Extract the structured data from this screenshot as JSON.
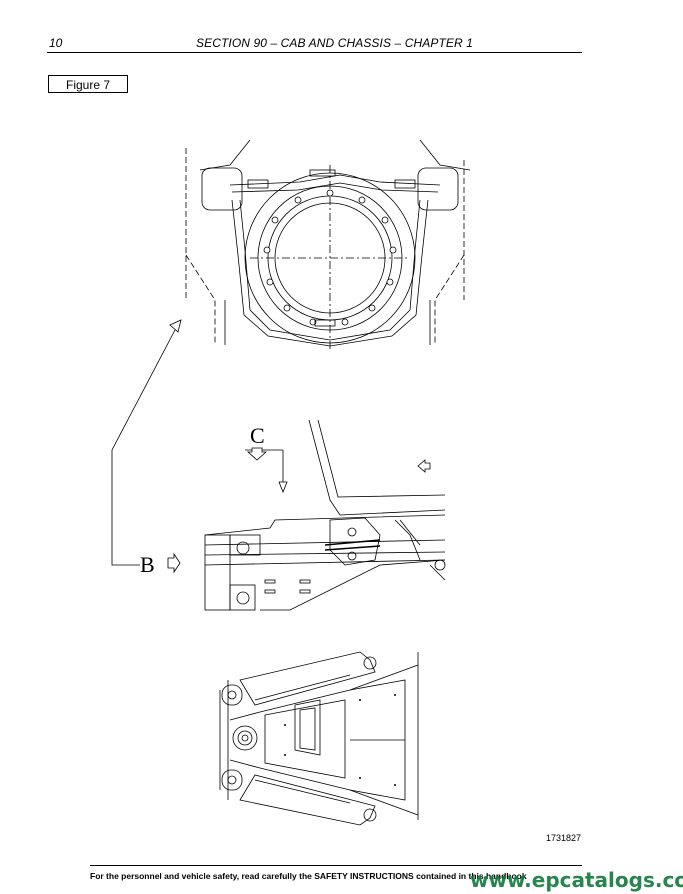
{
  "header": {
    "page_number": "10",
    "title": "SECTION 90 – CAB AND CHASSIS – CHAPTER 1"
  },
  "figure": {
    "label": "Figure 7",
    "view_c_label": "C",
    "view_b_label": "B",
    "figure_id": "1731827"
  },
  "footer": {
    "text": "For the personnel and vehicle safety, read carefully the SAFETY INSTRUCTIONS contained in this handbook"
  },
  "watermark": {
    "text": "www.epcatalogs.com"
  }
}
